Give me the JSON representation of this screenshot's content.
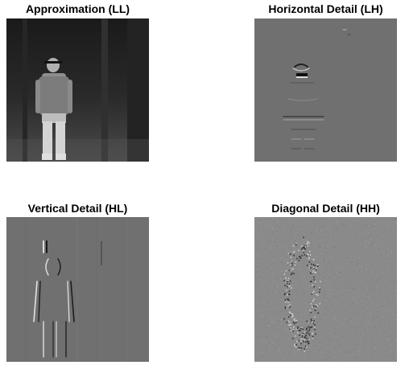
{
  "panels": [
    {
      "title": "Approximation (LL)",
      "image": "approximation-subband",
      "tone": "#2c2c2c"
    },
    {
      "title": "Horizontal Detail (LH)",
      "image": "horizontal-detail-subband",
      "tone": "#6f6f6f"
    },
    {
      "title": "Vertical Detail (HL)",
      "image": "vertical-detail-subband",
      "tone": "#6f6f6f"
    },
    {
      "title": "Diagonal Detail (HH)",
      "image": "diagonal-detail-subband",
      "tone": "#8a8a8a"
    }
  ]
}
